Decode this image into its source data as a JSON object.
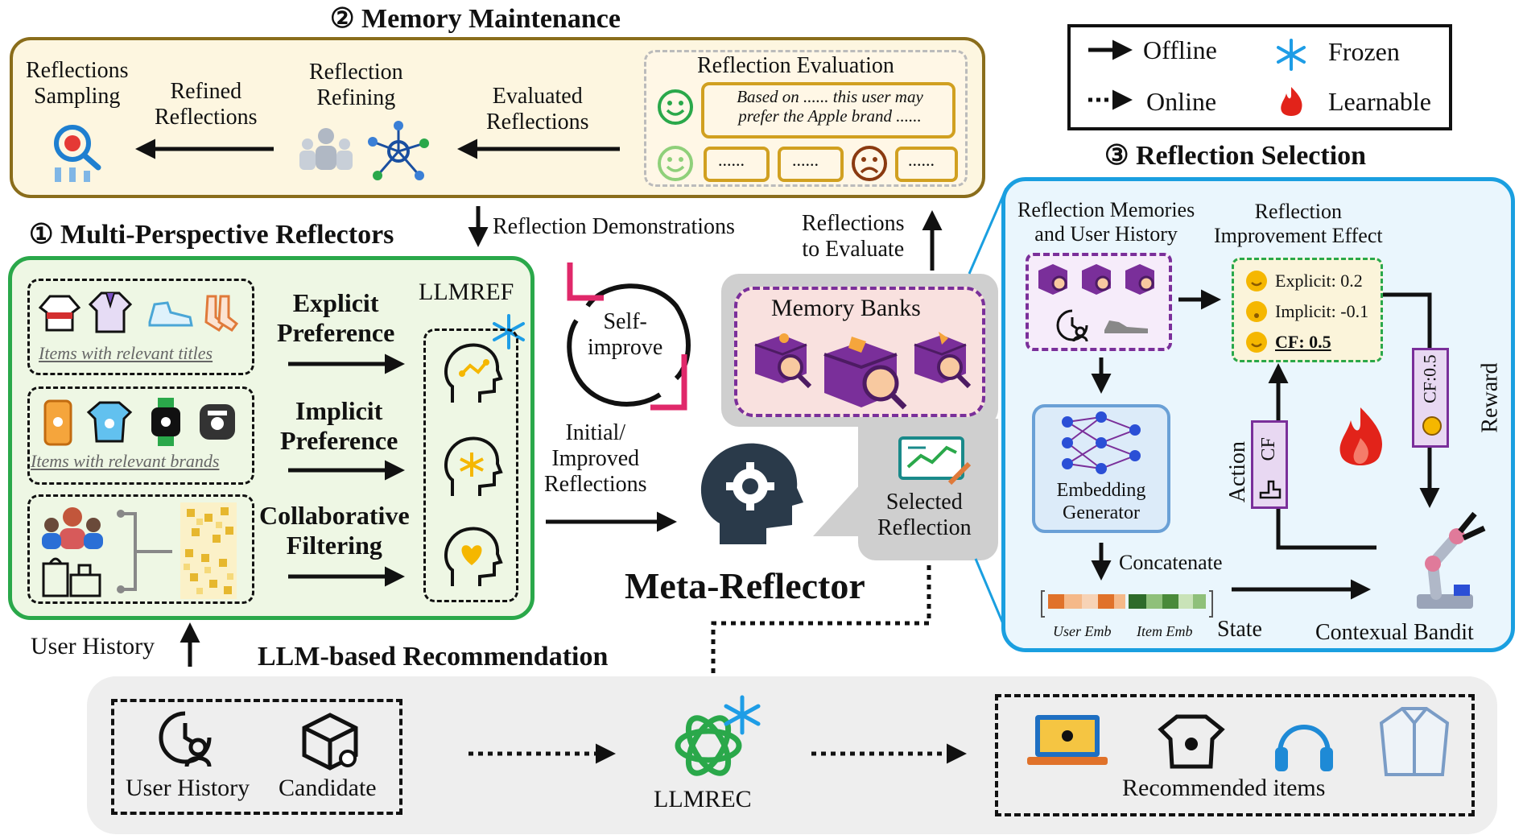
{
  "memory": {
    "title": "② Memory Maintenance",
    "sampling": "Reflections\nSampling",
    "refined": "Refined\nReflections",
    "refining": "Reflection\nRefining",
    "evaluated": "Evaluated\nReflections",
    "evaluation_title": "Reflection Evaluation",
    "evaluation_quote": "Based on ...... this user may\nprefer the Apple brand ......",
    "dots": "......"
  },
  "legend": {
    "offline": "Offline",
    "online": "Online",
    "frozen": "Frozen",
    "learnable": "Learnable"
  },
  "reflectors": {
    "title": "① Multi-Perspective Reflectors",
    "titles_caption": "Items with relevant titles",
    "brands_caption": "Items with relevant brands",
    "explicit": "Explicit\nPreference",
    "implicit": "Implicit\nPreference",
    "collab": "Collaborative\nFiltering",
    "llmref": "LLMREF"
  },
  "center": {
    "demonstrations": "Reflection Demonstrations",
    "to_evaluate": "Reflections\nto Evaluate",
    "self_improve": "Self-\nimprove",
    "initial": "Initial/\nImproved\nReflections",
    "memory_banks": "Memory Banks",
    "selected": "Selected\nReflection",
    "meta_reflector": "Meta-Reflector"
  },
  "selection": {
    "title": "③ Reflection Selection",
    "memories": "Reflection Memories\nand User History",
    "improvement": "Reflection\nImprovement Effect",
    "explicit": "Explicit: 0.2",
    "implicit": "Implicit: -0.1",
    "cf": "CF: 0.5",
    "embedding": "Embedding\nGenerator",
    "concatenate": "Concatenate",
    "user_emb": "User Emb",
    "item_emb": "Item Emb",
    "state": "State",
    "action": "Action",
    "action_cf": "CF",
    "reward": "Reward",
    "reward_cf": "CF:0.5",
    "bandit": "Contexual Bandit"
  },
  "bottom": {
    "user_history_up": "User History",
    "title": "LLM-based Recommendation",
    "user_history": "User History",
    "candidate": "Candidate",
    "llmrec": "LLMREC",
    "recommended": "Recommended items"
  },
  "colors": {
    "memory_border": "#8a6d1b",
    "memory_fill": "#fdf6e0",
    "reflector_border": "#2aa84a",
    "reflector_fill": "#eef7e4",
    "selection_border": "#1a9fe0",
    "selection_fill": "#eaf6fd",
    "bank_fill": "#f9e1df",
    "bank_border": "#7a2f9a",
    "bottom_fill": "#eeeeee",
    "gold": "#d1a020",
    "pink": "#e0286a",
    "frozen": "#1e9de6",
    "learnable": "#e2231a"
  },
  "icons": [
    "search-people-icon",
    "team-icon",
    "network-icon",
    "smile-icon",
    "frown-icon",
    "sweater-icon",
    "shirt-icon",
    "sneaker-icon",
    "socks-icon",
    "phone-icon",
    "tshirt-icon",
    "watch-icon",
    "phone-case-icon",
    "users-icon",
    "shopping-bags-icon",
    "matrix-icon",
    "head-icon",
    "gear-head-icon",
    "memory-box-icon",
    "chart-icon",
    "neural-net-icon",
    "robot-arm-icon",
    "flame-icon",
    "snowflake-icon",
    "history-icon",
    "candidate-box-icon",
    "openai-icon",
    "laptop-icon",
    "headphones-icon",
    "jacket-icon"
  ]
}
